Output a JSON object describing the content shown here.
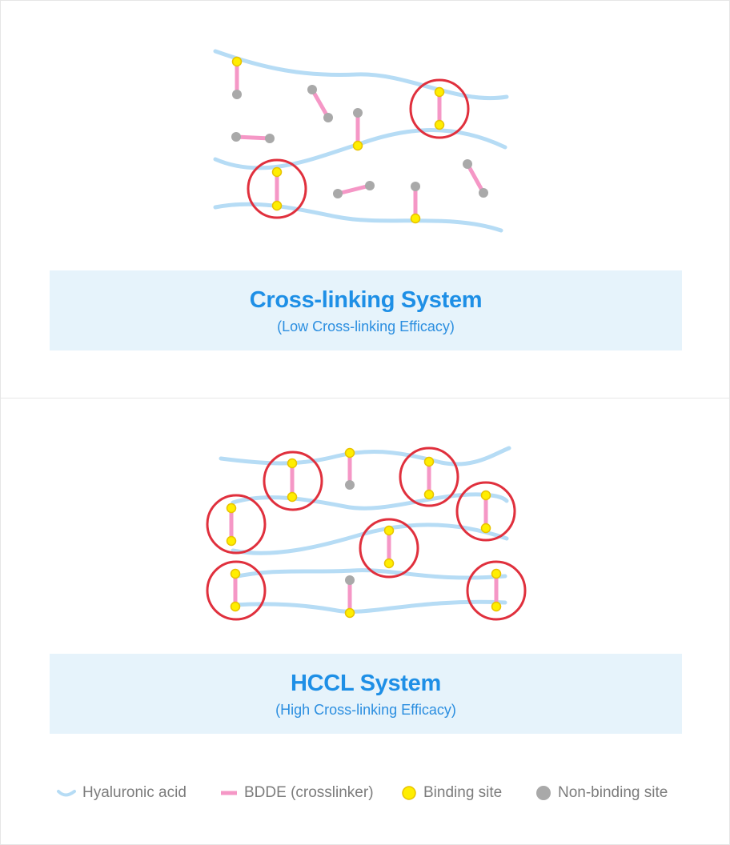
{
  "colors": {
    "hyaluronic_acid": "#b6dcf5",
    "bdde": "#f597c6",
    "binding_site": "#ffee00",
    "binding_site_stroke": "#e8c200",
    "non_binding_site": "#a9a9a9",
    "highlight_circle": "#e0303d",
    "caption_bg": "#e6f3fb",
    "caption_title": "#1e8fe6"
  },
  "top_panel": {
    "title": "Cross-linking System",
    "subtitle": "(Low Cross-linking Efficacy)"
  },
  "bottom_panel": {
    "title": "HCCL System",
    "subtitle": "(High Cross-linking Efficacy)"
  },
  "legend": [
    {
      "icon": "hyaluronic-acid-icon",
      "label": "Hyaluronic acid"
    },
    {
      "icon": "bdde-icon",
      "label": "BDDE (crosslinker)"
    },
    {
      "icon": "binding-site-icon",
      "label": "Binding site"
    },
    {
      "icon": "non-binding-site-icon",
      "label": "Non-binding site"
    }
  ]
}
